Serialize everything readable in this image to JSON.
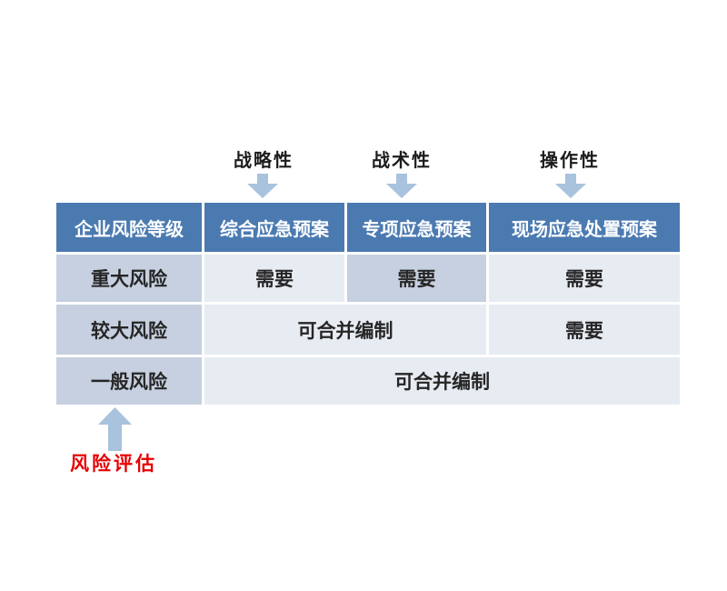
{
  "top_labels": [
    {
      "label": "战略性"
    },
    {
      "label": "战术性"
    },
    {
      "label": "操作性"
    }
  ],
  "table": {
    "header": [
      "企业风险等级",
      "综合应急预案",
      "专项应急预案",
      "现场应急处置预案"
    ],
    "rows": [
      {
        "level": "重大风险",
        "cells": [
          {
            "text": "需要"
          },
          {
            "text": "需要"
          },
          {
            "text": "需要"
          }
        ]
      },
      {
        "level": "较大风险",
        "cells": [
          {
            "text": "可合并编制"
          },
          {
            "text": "需要"
          }
        ]
      },
      {
        "level": "一般风险",
        "cells": [
          {
            "text": "可合并编制"
          }
        ]
      }
    ]
  },
  "annotation": {
    "label": "风险评估"
  },
  "colors": {
    "header_bg": "#4b7ab1",
    "level_cell_bg": "#c6d0e0",
    "data_cell_bg": "#e7ebf2",
    "highlight_cell_bg": "#c6d0e0",
    "arrow": "#a9c2dd",
    "annotation_red": "#e60000",
    "header_text": "#ffffff",
    "body_text": "#262626"
  }
}
